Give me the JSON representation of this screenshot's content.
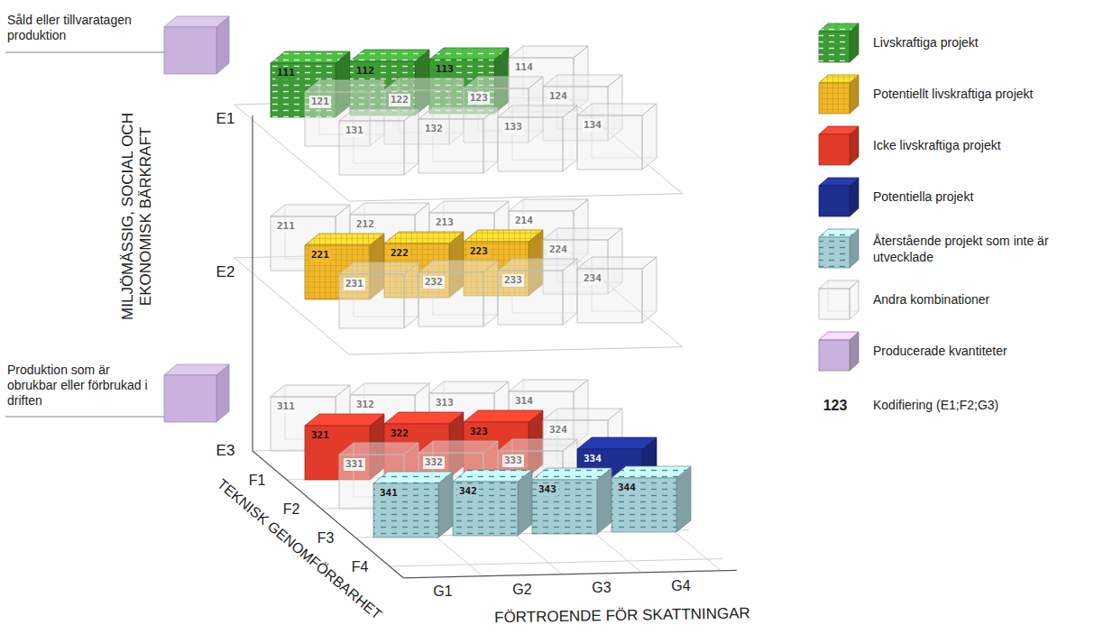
{
  "diagram": {
    "nodes": [
      {
        "text": [
          "111"
        ]
      },
      {
        "text": [
          "112"
        ]
      },
      {
        "text": [
          "113"
        ]
      },
      {
        "text": [
          "114"
        ]
      },
      {
        "text": [
          "121"
        ]
      },
      {
        "text": [
          "122"
        ]
      },
      {
        "text": [
          "123"
        ]
      },
      {
        "text": [
          "124"
        ]
      },
      {
        "text": [
          "131"
        ]
      },
      {
        "text": [
          "132"
        ]
      },
      {
        "text": [
          "133"
        ]
      },
      {
        "text": [
          "134"
        ]
      },
      {
        "text": [
          "211"
        ]
      },
      {
        "text": [
          "212"
        ]
      },
      {
        "text": [
          "213"
        ]
      },
      {
        "text": [
          "214"
        ]
      },
      {
        "text": [
          "221"
        ]
      },
      {
        "text": [
          "222"
        ]
      },
      {
        "text": [
          "223"
        ]
      },
      {
        "text": [
          "224"
        ]
      },
      {
        "text": [
          "231"
        ]
      },
      {
        "text": [
          "232"
        ]
      },
      {
        "text": [
          "233"
        ]
      },
      {
        "text": [
          "234"
        ]
      },
      {
        "text": [
          "311"
        ]
      },
      {
        "text": [
          "312"
        ]
      },
      {
        "text": [
          "313"
        ]
      },
      {
        "text": [
          "314"
        ]
      },
      {
        "text": [
          "321"
        ]
      },
      {
        "text": [
          "322"
        ]
      },
      {
        "text": [
          "323"
        ]
      },
      {
        "text": [
          "324"
        ]
      },
      {
        "text": [
          "331"
        ]
      },
      {
        "text": [
          "332"
        ]
      },
      {
        "text": [
          "333"
        ]
      },
      {
        "text": [
          "334"
        ]
      },
      {
        "text": [
          "341"
        ]
      },
      {
        "text": [
          "342"
        ]
      },
      {
        "text": [
          "343"
        ]
      },
      {
        "text": [
          "344"
        ]
      }
    ],
    "labels": [
      "Såld eller tillvaratagen produktion",
      "Produktion som är obrukbar eller förbrukad i driften",
      "MILJÖMÄSSIG, SOCIAL OCH EKONOMISK BÄRKRAFT",
      "E1",
      "E2",
      "E3",
      "F1",
      "F2",
      "F3",
      "F4",
      "G1",
      "G2",
      "G3",
      "G4",
      "TEKNISK GENOMFÖRBARHET",
      "FÖRTROENDE FÖR SKATTNINGAR",
      "123"
    ],
    "legend": [
      {
        "text": "Livskraftiga projekt",
        "color": "#3d9b35"
      },
      {
        "text": "Potentiellt livskraftiga projekt",
        "color": "#f0b82a"
      },
      {
        "text": "Icke livskraftiga projekt",
        "color": "#e23b2a"
      },
      {
        "text": "Potentiella projekt",
        "color": "#1f2f8f"
      },
      {
        "text": "Återstående projekt som inte är utvecklade",
        "color": "#a5cdd4"
      },
      {
        "text": "Andra kombinationer",
        "color": "#eeeeee"
      },
      {
        "text": "Producerade kvantiteter",
        "color": "#c9b2dd"
      },
      {
        "text": "Kodifiering (E1;F2;G3)"
      }
    ]
  }
}
